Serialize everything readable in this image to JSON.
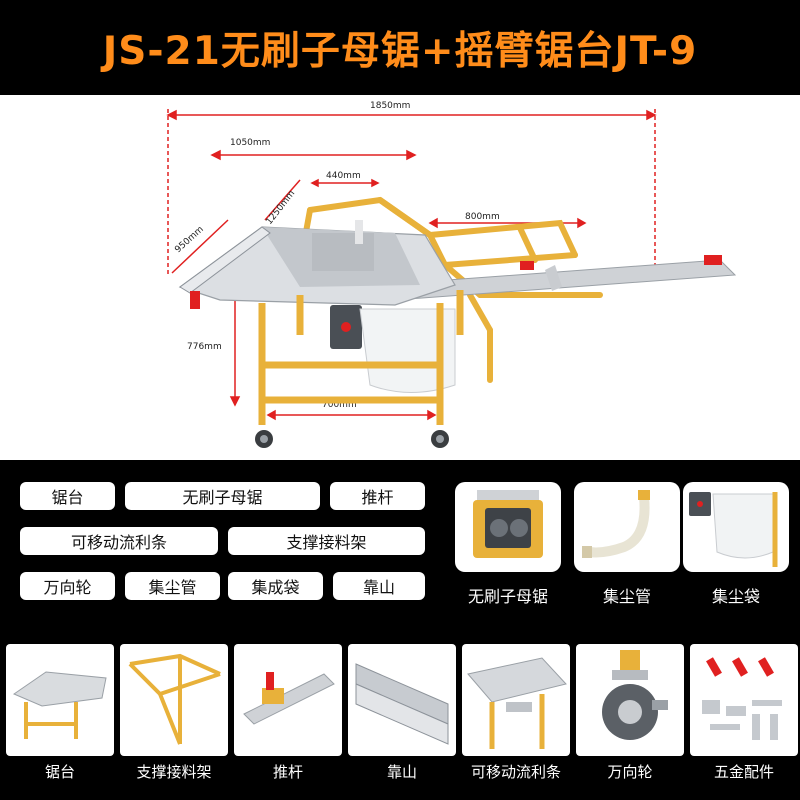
{
  "title": "JS-21无刷子母锯+摇臂锯台JT-9",
  "colors": {
    "brand_orange": "#ff8c1a",
    "frame_yellow": "#e8b13a",
    "dimension_red": "#e02020",
    "background_black": "#000000"
  },
  "dimensions": {
    "total_length": "1850mm",
    "arm_length": "1050mm",
    "blade_width": "440mm",
    "depth_1250": "1250mm",
    "depth_950": "950mm",
    "extension": "800mm",
    "height": "776mm",
    "leg_span": "700mm"
  },
  "part_labels": [
    "锯台",
    "无刷子母锯",
    "推杆",
    "可移动流利条",
    "支撑接料架",
    "万向轮",
    "集尘管",
    "集成袋",
    "靠山"
  ],
  "accessories": [
    {
      "caption": "无刷子母锯",
      "icon": "brushless-saw-icon"
    },
    {
      "caption": "集尘管",
      "icon": "dust-pipe-icon"
    },
    {
      "caption": "集尘袋",
      "icon": "dust-bag-icon"
    }
  ],
  "thumbnails": [
    {
      "caption": "锯台",
      "icon": "saw-table-icon"
    },
    {
      "caption": "支撑接料架",
      "icon": "support-rack-icon"
    },
    {
      "caption": "推杆",
      "icon": "push-rod-icon"
    },
    {
      "caption": "靠山",
      "icon": "fence-icon"
    },
    {
      "caption": "可移动流利条",
      "icon": "roller-bar-icon"
    },
    {
      "caption": "万向轮",
      "icon": "caster-wheel-icon"
    },
    {
      "caption": "五金配件",
      "icon": "hardware-icon"
    }
  ]
}
